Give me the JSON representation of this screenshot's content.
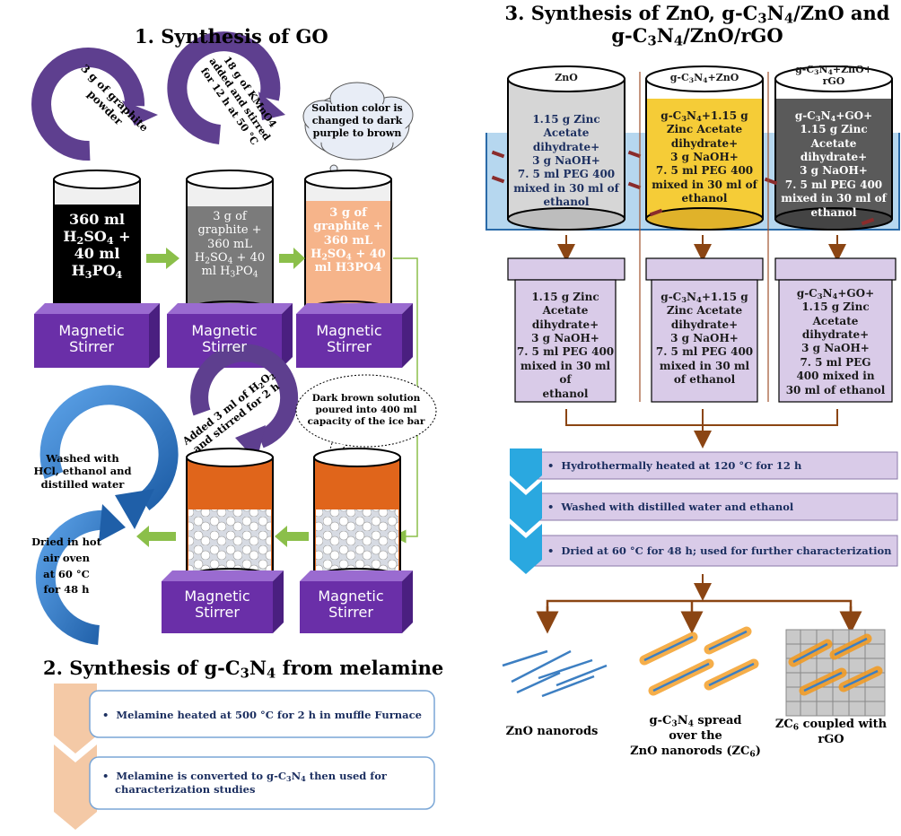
{
  "sections": {
    "go": {
      "title": "1. Synthesis of GO"
    },
    "gcn": {
      "title_pre": "2. Synthesis of g-C",
      "title_sub1": "3",
      "title_mid": "N",
      "title_sub2": "4",
      "title_post": " from melamine"
    },
    "zno": {
      "line1_pre": "3. Synthesis of ZnO, g-C",
      "line1_sub1": "3",
      "line1_mid": "N",
      "line1_sub2": "4",
      "line1_post": "/ZnO and",
      "line2_pre": "g-C",
      "line2_sub1": "3",
      "line2_mid": "N",
      "line2_sub2": "4",
      "line2_post": "/ZnO/rGO"
    }
  },
  "go": {
    "arrow1": {
      "lines": [
        "3 g of graphite",
        "powder"
      ]
    },
    "arrow2": {
      "lines": [
        "18 g of KMnO4",
        "added and stirred",
        "for 12 h at 50 °C"
      ]
    },
    "cloud": {
      "lines": [
        "Solution color is",
        "changed to dark",
        "purple to  brown"
      ]
    },
    "beaker1": {
      "l1": "360 ml",
      "l2_pre": "H",
      "l2_sub": "2",
      "l2_post": "SO",
      "l2_sub2": "4",
      "l2_tail": " +",
      "l3": "40 ml",
      "l4_pre": "H",
      "l4_sub": "3",
      "l4_post": "PO",
      "l4_sub2": "4"
    },
    "beaker2": {
      "l1": "3 g  of",
      "l2": "graphite +",
      "l3": "360 mL",
      "l4_pre": "H",
      "l4_sub": "2",
      "l4_post": "SO",
      "l4_sub2": "4",
      "l4_tail": " + 40",
      "l5_pre": "ml H",
      "l5_sub": "3",
      "l5_post": "PO",
      "l5_sub2": "4"
    },
    "beaker3": {
      "l1": "3 g  of",
      "l2": "graphite +",
      "l3": "360 mL",
      "l4_pre": "H",
      "l4_sub": "2",
      "l4_post": "SO",
      "l4_sub2": "4",
      "l4_tail": " + 40",
      "l5": "ml H3PO4"
    },
    "stirrer_line1": "Magnetic",
    "stirrer_line2": "Stirrer",
    "arrow3": {
      "pre": "Added 3 ml of H",
      "sub": "2",
      "mid": "O",
      "sub2": "2",
      "line2": "and stirred for 2 h"
    },
    "bubble": {
      "lines": [
        "Dark brown solution",
        "poured into 400 ml",
        "capacity of the ice bar"
      ]
    },
    "wash": {
      "lines": [
        "Washed with",
        "HCl, ethanol and",
        "distilled water"
      ]
    },
    "dry": {
      "lines": [
        "Dried in hot",
        "air oven",
        "at 60 °C",
        "for 48 h"
      ]
    }
  },
  "gcn": {
    "steps": [
      {
        "text": "Melamine heated at 500 °C for 2 h in muffle Furnace"
      },
      {
        "pre": "Melamine is converted to g-C",
        "sub1": "3",
        "mid": "N",
        "sub2": "4",
        "post": " then used for",
        "line2": "characterization studies"
      }
    ]
  },
  "zno": {
    "beaker_labels": [
      {
        "text": "ZnO"
      },
      {
        "pre": "g-C",
        "sub1": "3",
        "mid": "N",
        "sub2": "4",
        "post": "+ZnO"
      },
      {
        "pre": "g-C",
        "sub1": "3",
        "mid": "N",
        "sub2": "4",
        "post": "+ZnO+",
        "line2": "rGO"
      }
    ],
    "beaker_contents": [
      {
        "lines": [
          "1.15 g Zinc Acetate",
          "dihydrate+",
          "3 g NaOH+",
          "7. 5 ml PEG 400",
          "mixed in 30 ml of",
          "ethanol"
        ]
      },
      {
        "first_pre": "g-C",
        "first_sub1": "3",
        "first_mid": "N",
        "first_sub2": "4",
        "first_post": "+1.15 g",
        "lines": [
          "Zinc Acetate",
          "dihydrate+",
          "3 g NaOH+",
          "7. 5 ml PEG 400",
          "mixed in 30 ml of",
          "ethanol"
        ]
      },
      {
        "first_pre": "g-C",
        "first_sub1": "3",
        "first_mid": "N",
        "first_sub2": "4",
        "first_post": "+GO+",
        "lines": [
          "1.15 g Zinc Acetate",
          "dihydrate+",
          "3 g NaOH+",
          "7. 5 ml PEG 400",
          "mixed in 30 ml of",
          "ethanol"
        ]
      }
    ],
    "box_contents": [
      {
        "lines": [
          "1.15 g Zinc",
          "Acetate",
          "dihydrate+",
          "3 g NaOH+",
          "7. 5 ml PEG 400",
          "mixed in 30 ml of",
          "ethanol"
        ]
      },
      {
        "first_pre": "g-C",
        "first_sub1": "3",
        "first_mid": "N",
        "first_sub2": "4",
        "first_post": "+1.15 g",
        "lines": [
          "Zinc Acetate",
          "dihydrate+",
          "3 g NaOH+",
          "7. 5 ml PEG 400",
          "mixed in 30 ml",
          "of ethanol"
        ]
      },
      {
        "first_pre": "g-C",
        "first_sub1": "3",
        "first_mid": "N",
        "first_sub2": "4",
        "first_post": "+GO+",
        "lines": [
          "1.15 g Zinc Acetate",
          "dihydrate+",
          "3 g NaOH+",
          "7. 5 ml PEG",
          "400 mixed in",
          "30 ml of ethanol"
        ]
      }
    ],
    "steps": [
      "Hydrothermally heated at 120 °C for 12 h",
      "Washed with distilled water and ethanol",
      "Dried at 60 °C for 48 h; used for further characterization"
    ],
    "outputs": [
      {
        "lines": [
          "ZnO nanorods"
        ]
      },
      {
        "first_pre": "g-C",
        "first_sub1": "3",
        "first_mid": "N",
        "first_sub2": "4",
        "first_post": " spread",
        "lines": [
          "over the",
          "ZnO nanorods (ZC",
          ")"
        ],
        "sub": "6"
      },
      {
        "first_pre": "ZC",
        "first_sub1": "6",
        "first_post": " coupled with",
        "lines": [
          "rGO"
        ]
      }
    ]
  },
  "colors": {
    "purple_arrow": "#5e3f8f",
    "stirrer": "#6a2fa8",
    "green_arrow": "#8bbf4a",
    "orange": "#e0651b",
    "peach": "#f6b48a",
    "blue_arrow": "#2f78c4",
    "lavender": "#d9cbe8",
    "brown": "#8b4513",
    "chevron": "#f4c9a6",
    "cyan_chevron": "#2aa8e0",
    "water": "#9ec9ea",
    "yellow": "#f5cc37",
    "navy_text": "#1c2f60"
  }
}
